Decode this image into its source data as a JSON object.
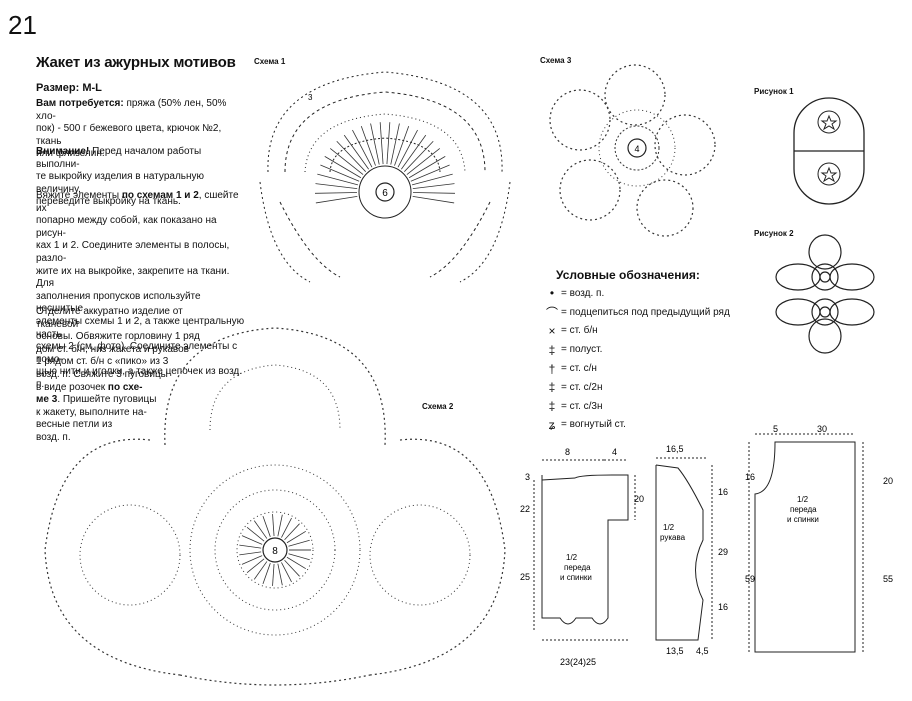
{
  "page_number": "21",
  "title": "Жакет из ажурных мотивов",
  "size": "Размер: M-L",
  "materials": {
    "label": "Вам потребуется:",
    "lines": [
      "пряжа (50% лен, 50% хло-",
      "пок) - 500 г бежевого цвета, крючок №2, ткань",
      "или флизелин."
    ]
  },
  "attention": {
    "label": "Внимание!",
    "lines": [
      " Перед началом работы выполни-",
      "те выкройку изделия в натуральную величину,",
      "переведите выкройку на ткань."
    ]
  },
  "instructions": {
    "l1a": "Вяжите элементы ",
    "l1b": "по схемам 1 и 2",
    "l1c": ", сшейте их",
    "lines": [
      "попарно между собой, как показано на рисун-",
      "ках 1 и 2. Соедините элементы в полосы, разло-",
      "жите их на выкройке, закрепите на ткани. Для",
      "заполнения пропусков используйте несшитые",
      "элементы схемы 1 и 2, а также центральную часть",
      "схемы 2 (см. фото). Соедините элементы с помо-",
      "щью нити и иголки, а также цепочек из возд. п."
    ]
  },
  "finishing": {
    "lines": [
      "Отделите аккуратно изделие от тканевой",
      "основы. Обвяжите горловину 1 ряд",
      "дом ст. б/н, низ жакета и рукавов",
      "1 рядом ст. б/н с «пико» из 3",
      "возд. п. Свяжите 3 пуговицы",
      "в виде розочек "
    ],
    "bold1": "по схе-",
    "bold2": "ме 3",
    "lines2": [
      ". Пришейте пуговицы",
      "к жакету, выполните на-",
      "весные петли из",
      "возд. п."
    ]
  },
  "schemes": {
    "s1": "Схема 1",
    "s2": "Схема 2",
    "s3": "Схема 3",
    "fig1": "Рисунок 1",
    "fig2": "Рисунок 2",
    "c1": "6",
    "c2": "8",
    "c3": "4",
    "r3": "3"
  },
  "legend": {
    "title": "Условные обозначения:",
    "items": [
      {
        "sym": "•",
        "text": "= возд. п."
      },
      {
        "sym": "⌒",
        "text": "= подцепиться под предыдущий ряд"
      },
      {
        "sym": "×",
        "text": "= ст. б/н"
      },
      {
        "sym": "‡",
        "text": "= полуст."
      },
      {
        "sym": "†",
        "text": "= ст. с/н"
      },
      {
        "sym": "‡",
        "text": "= ст. с/2н"
      },
      {
        "sym": "‡",
        "text": "= ст. с/3н"
      },
      {
        "sym": "ʑ",
        "text": "= вогнутый ст."
      }
    ]
  },
  "pattern1": {
    "top_8": "8",
    "top_4": "4",
    "left_3": "3",
    "left_22": "22",
    "left_25": "25",
    "right_20": "20",
    "bottom": "23(24)25",
    "label1": "1/2",
    "label2": "переда",
    "label3": "и спинки"
  },
  "pattern2": {
    "top": "16,5",
    "r16a": "16",
    "r29": "29",
    "r16b": "16",
    "b1": "13,5",
    "b2": "4,5",
    "label1": "1/2",
    "label2": "рукава"
  },
  "pattern3": {
    "top5": "5",
    "top30": "30",
    "l16": "16",
    "l59": "59",
    "r20": "20",
    "r55": "55",
    "label1": "1/2",
    "label2": "переда",
    "label3": "и спинки"
  }
}
